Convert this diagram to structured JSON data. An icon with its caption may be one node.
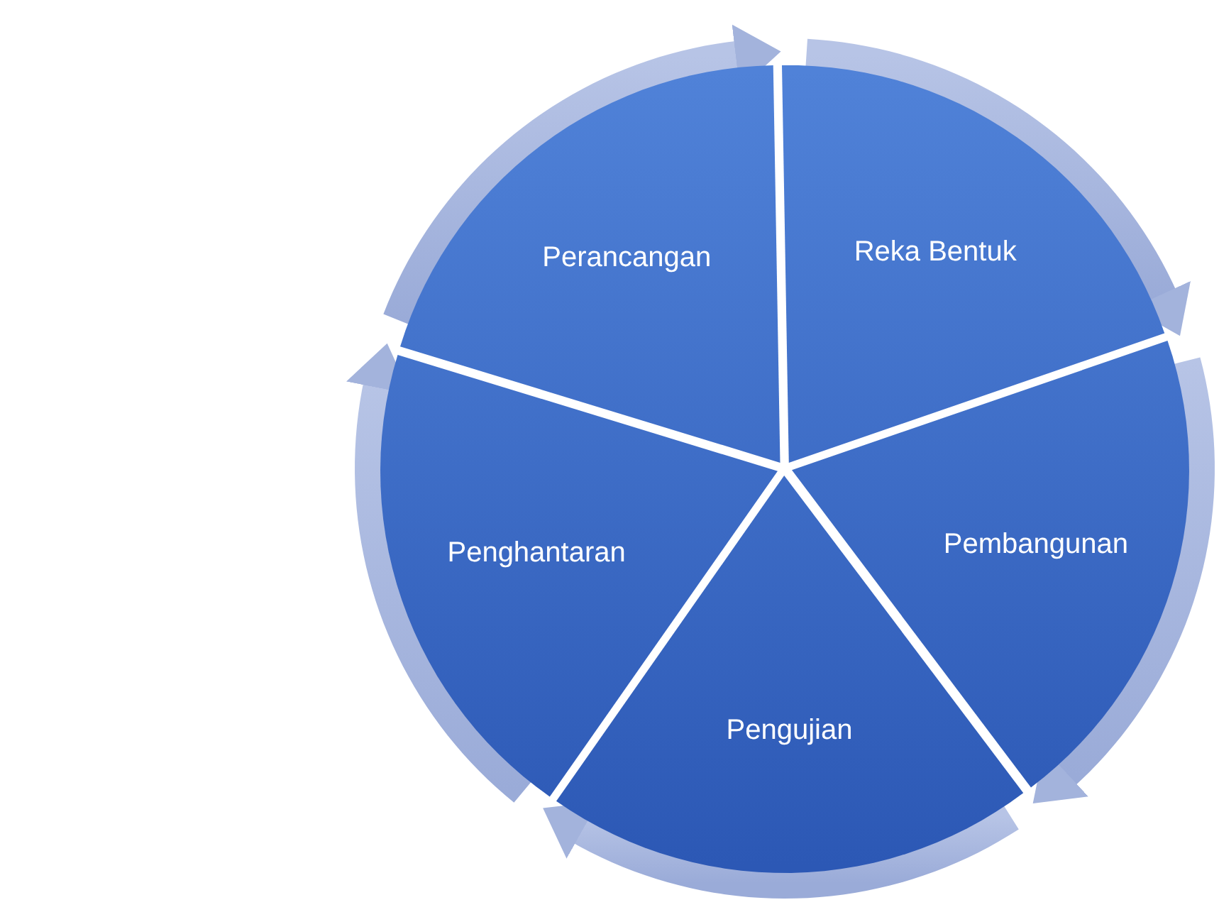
{
  "diagram": {
    "nodes": [
      {
        "text": [
          "Perancangan"
        ]
      },
      {
        "text": [
          "Reka Bentuk"
        ]
      },
      {
        "text": [
          "Pembangunan"
        ]
      },
      {
        "text": [
          "Pengujian"
        ]
      },
      {
        "text": [
          "Penghantaran"
        ]
      }
    ],
    "edges": [
      {
        "from": 0,
        "to": 1,
        "arrow": "to"
      },
      {
        "from": 1,
        "to": 2,
        "arrow": "to"
      },
      {
        "from": 2,
        "to": 3,
        "arrow": "to"
      },
      {
        "from": 3,
        "to": 4,
        "arrow": "to"
      },
      {
        "from": 4,
        "to": 0,
        "arrow": "to"
      }
    ]
  }
}
